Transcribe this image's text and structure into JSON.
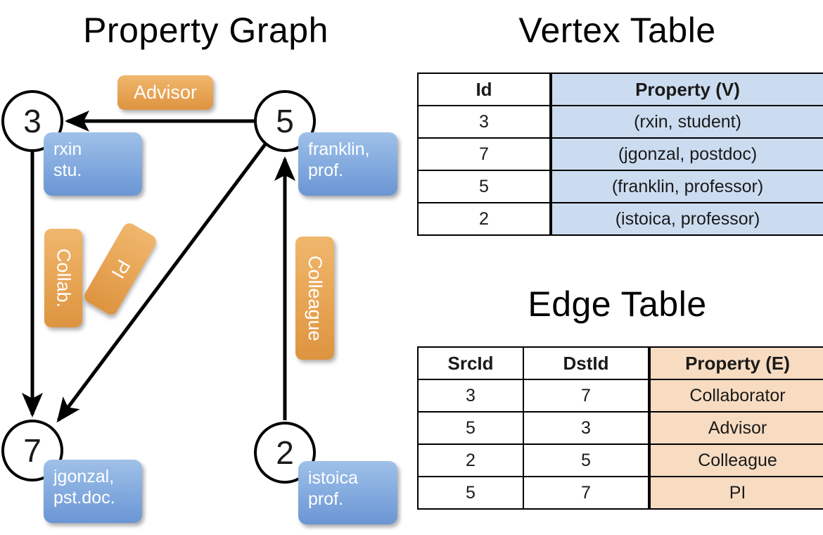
{
  "titles": {
    "property_graph": "Property Graph",
    "vertex_table": "Vertex Table",
    "edge_table": "Edge Table"
  },
  "graph": {
    "vertices": [
      {
        "id": "3",
        "label": "rxin\nstu.",
        "line1": "rxin",
        "line2": "stu."
      },
      {
        "id": "5",
        "label": "franklin, prof.",
        "line1": "franklin,",
        "line2": "prof."
      },
      {
        "id": "7",
        "label": "jgonzal, pst.doc.",
        "line1": "jgonzal,",
        "line2": "pst.doc."
      },
      {
        "id": "2",
        "label": "istoica prof.",
        "line1": "istoica",
        "line2": "prof."
      }
    ],
    "edge_labels": [
      {
        "name": "advisor",
        "text": "Advisor"
      },
      {
        "name": "collab",
        "text": "Collab."
      },
      {
        "name": "pi",
        "text": "PI"
      },
      {
        "name": "colleague",
        "text": "Colleague"
      }
    ]
  },
  "vertex_table": {
    "headers": [
      "Id",
      "Property (V)"
    ],
    "rows": [
      {
        "id": "3",
        "property": "(rxin, student)"
      },
      {
        "id": "7",
        "property": "(jgonzal, postdoc)"
      },
      {
        "id": "5",
        "property": "(franklin, professor)"
      },
      {
        "id": "2",
        "property": "(istoica, professor)"
      }
    ]
  },
  "edge_table": {
    "headers": [
      "SrcId",
      "DstId",
      "Property (E)"
    ],
    "rows": [
      {
        "src": "3",
        "dst": "7",
        "property": "Collaborator"
      },
      {
        "src": "5",
        "dst": "3",
        "property": "Advisor"
      },
      {
        "src": "2",
        "dst": "5",
        "property": "Colleague"
      },
      {
        "src": "5",
        "dst": "7",
        "property": "PI"
      }
    ]
  },
  "colors": {
    "vertex_property_fill": "#ccdcf0",
    "edge_property_fill": "#f7dcc1",
    "node_callout_blue": "#8cb2e2",
    "edge_callout_orange": "#e9a758",
    "stroke": "#000000",
    "background": "#ffffff"
  }
}
